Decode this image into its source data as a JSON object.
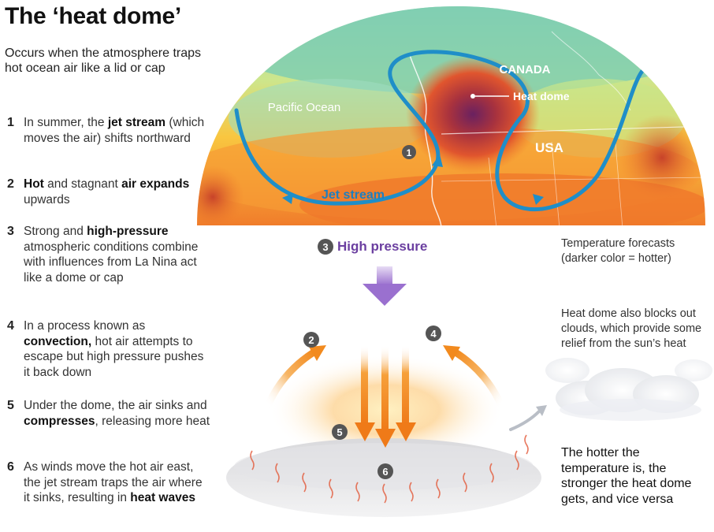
{
  "title": "The ‘heat dome’",
  "subtitle": "Occurs when the atmosphere traps hot ocean air like a lid or cap",
  "steps": [
    {
      "num": "1",
      "parts": [
        {
          "t": "In summer, the "
        },
        {
          "t": "jet stream",
          "b": true
        },
        {
          "t": " (which moves the air) shifts northward"
        }
      ]
    },
    {
      "num": "2",
      "parts": [
        {
          "t": "Hot",
          "b": true
        },
        {
          "t": " and stagnant "
        },
        {
          "t": "air expands",
          "b": true
        },
        {
          "t": " upwards"
        }
      ]
    },
    {
      "num": "3",
      "parts": [
        {
          "t": "Strong and "
        },
        {
          "t": "high-pressure",
          "b": true
        },
        {
          "t": " atmospheric conditions combine with influences from La Nina act like a dome or cap"
        }
      ]
    },
    {
      "num": "4",
      "parts": [
        {
          "t": "In a process known as "
        },
        {
          "t": "convection,",
          "b": true
        },
        {
          "t": " hot air attempts to escape but high pressure pushes it back down"
        }
      ]
    },
    {
      "num": "5",
      "parts": [
        {
          "t": "Under the dome, the air sinks and "
        },
        {
          "t": "compresses",
          "b": true
        },
        {
          "t": ", releasing more heat"
        }
      ]
    },
    {
      "num": "6",
      "parts": [
        {
          "t": "As winds move the hot air east, the jet stream traps the air where it sinks, resulting in "
        },
        {
          "t": "heat waves",
          "b": true
        }
      ]
    }
  ],
  "map": {
    "ocean_label": "Pacific Ocean",
    "canada_label": "CANADA",
    "usa_label": "USA",
    "heat_dome_label": "Heat dome",
    "jet_stream_label": "Jet stream"
  },
  "high_pressure_label": "High pressure",
  "notes": {
    "forecast": "Temperature forecasts (darker color = hotter)",
    "clouds": "Heat dome also blocks out clouds, which provide some relief from the sun’s heat",
    "closing": "The hotter the temperature is, the stronger the heat dome gets, and vice versa"
  },
  "markers": [
    "1",
    "2",
    "3",
    "4",
    "5",
    "6"
  ],
  "colors": {
    "jet_stream": "#1f8ec8",
    "hot_core": "#7a2a6a",
    "high_pressure": "#6b3fa0",
    "arrow_orange": "#f28a1e",
    "marker": "#555555"
  }
}
